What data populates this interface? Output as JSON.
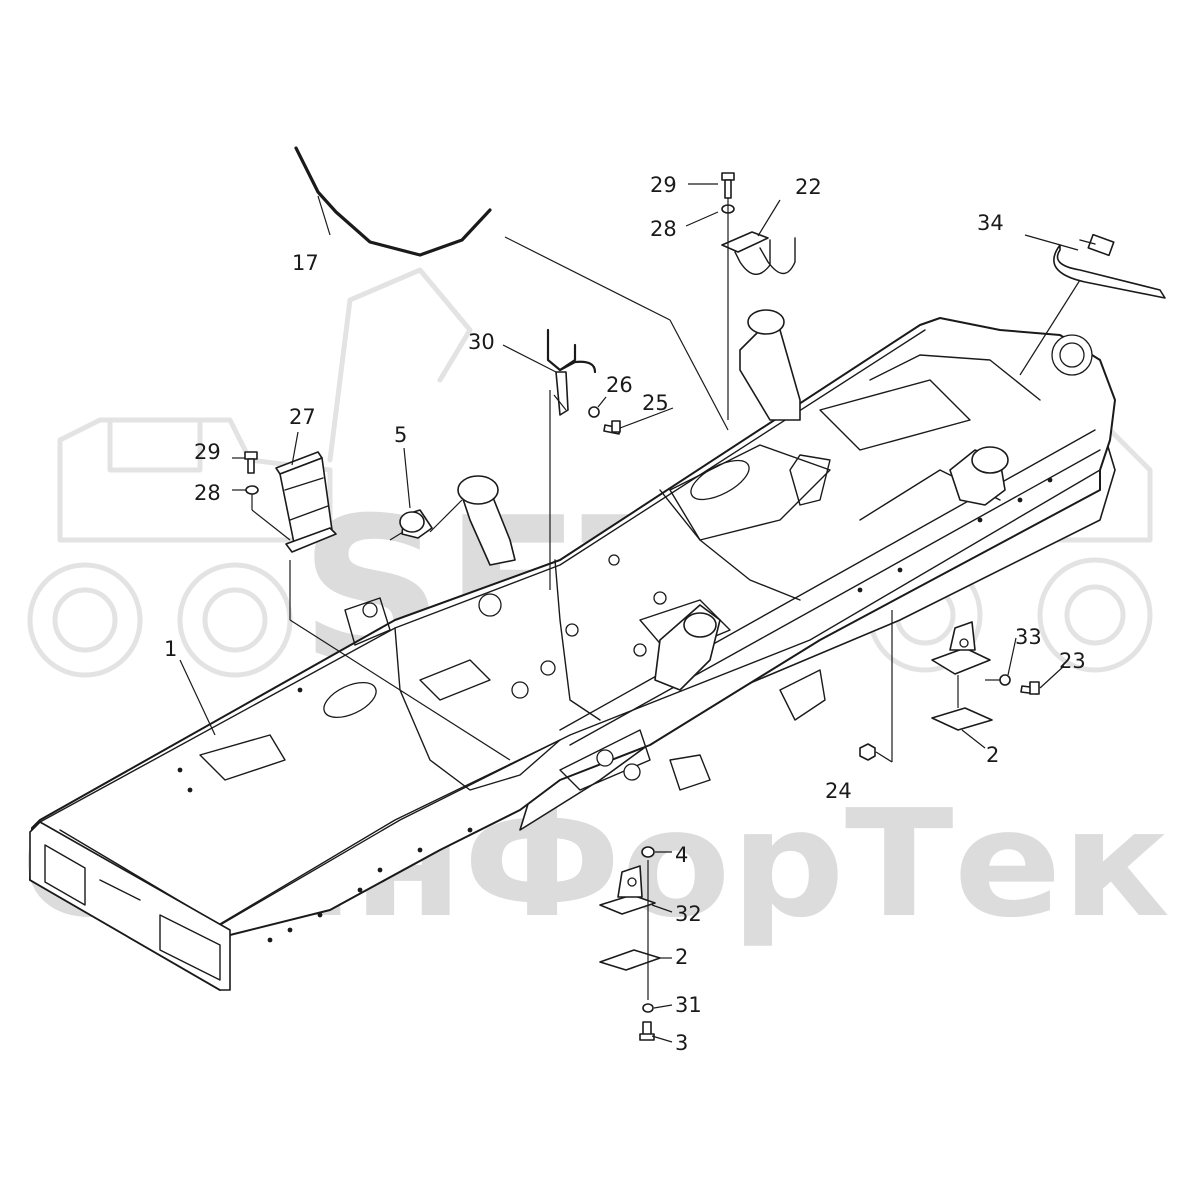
{
  "watermark": {
    "logo_text": "SFT",
    "brand_text": "СканФорТек",
    "color": "#dcdcdc"
  },
  "callouts": [
    {
      "id": "c1",
      "label": "1"
    },
    {
      "id": "c2a",
      "label": "2"
    },
    {
      "id": "c2b",
      "label": "2"
    },
    {
      "id": "c3",
      "label": "3"
    },
    {
      "id": "c4",
      "label": "4"
    },
    {
      "id": "c5",
      "label": "5"
    },
    {
      "id": "c17",
      "label": "17"
    },
    {
      "id": "c22",
      "label": "22"
    },
    {
      "id": "c23",
      "label": "23"
    },
    {
      "id": "c24",
      "label": "24"
    },
    {
      "id": "c25",
      "label": "25"
    },
    {
      "id": "c26",
      "label": "26"
    },
    {
      "id": "c27",
      "label": "27"
    },
    {
      "id": "c28a",
      "label": "28"
    },
    {
      "id": "c28b",
      "label": "28"
    },
    {
      "id": "c29a",
      "label": "29"
    },
    {
      "id": "c29b",
      "label": "29"
    },
    {
      "id": "c30",
      "label": "30"
    },
    {
      "id": "c31",
      "label": "31"
    },
    {
      "id": "c32",
      "label": "32"
    },
    {
      "id": "c33",
      "label": "33"
    },
    {
      "id": "c34",
      "label": "34"
    }
  ],
  "colors": {
    "line": "#1a1a1a",
    "background": "#ffffff",
    "watermark": "#dcdcdc"
  }
}
